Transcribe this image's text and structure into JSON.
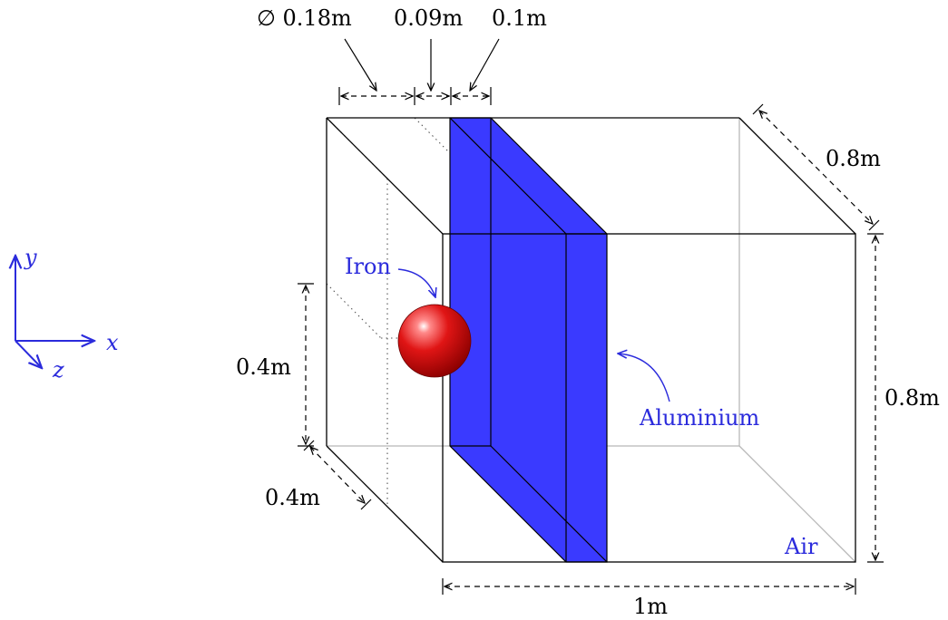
{
  "axes": {
    "x": "x",
    "y": "y",
    "z": "z"
  },
  "dimensions": {
    "diameter": "∅ 0.18m",
    "gap": "0.09m",
    "plate_thickness": "0.1m",
    "depth_top": "0.8m",
    "height_right": "0.8m",
    "height_sphere": "0.4m",
    "depth_sphere": "0.4m",
    "width_bottom": "1m"
  },
  "materials": {
    "iron": "Iron",
    "aluminium": "Aluminium",
    "air": "Air"
  },
  "colors": {
    "aluminium_fill": "#3a3aff",
    "label_blue": "#2b2bdc",
    "sphere_red": "#d11010",
    "edge": "#000000"
  }
}
